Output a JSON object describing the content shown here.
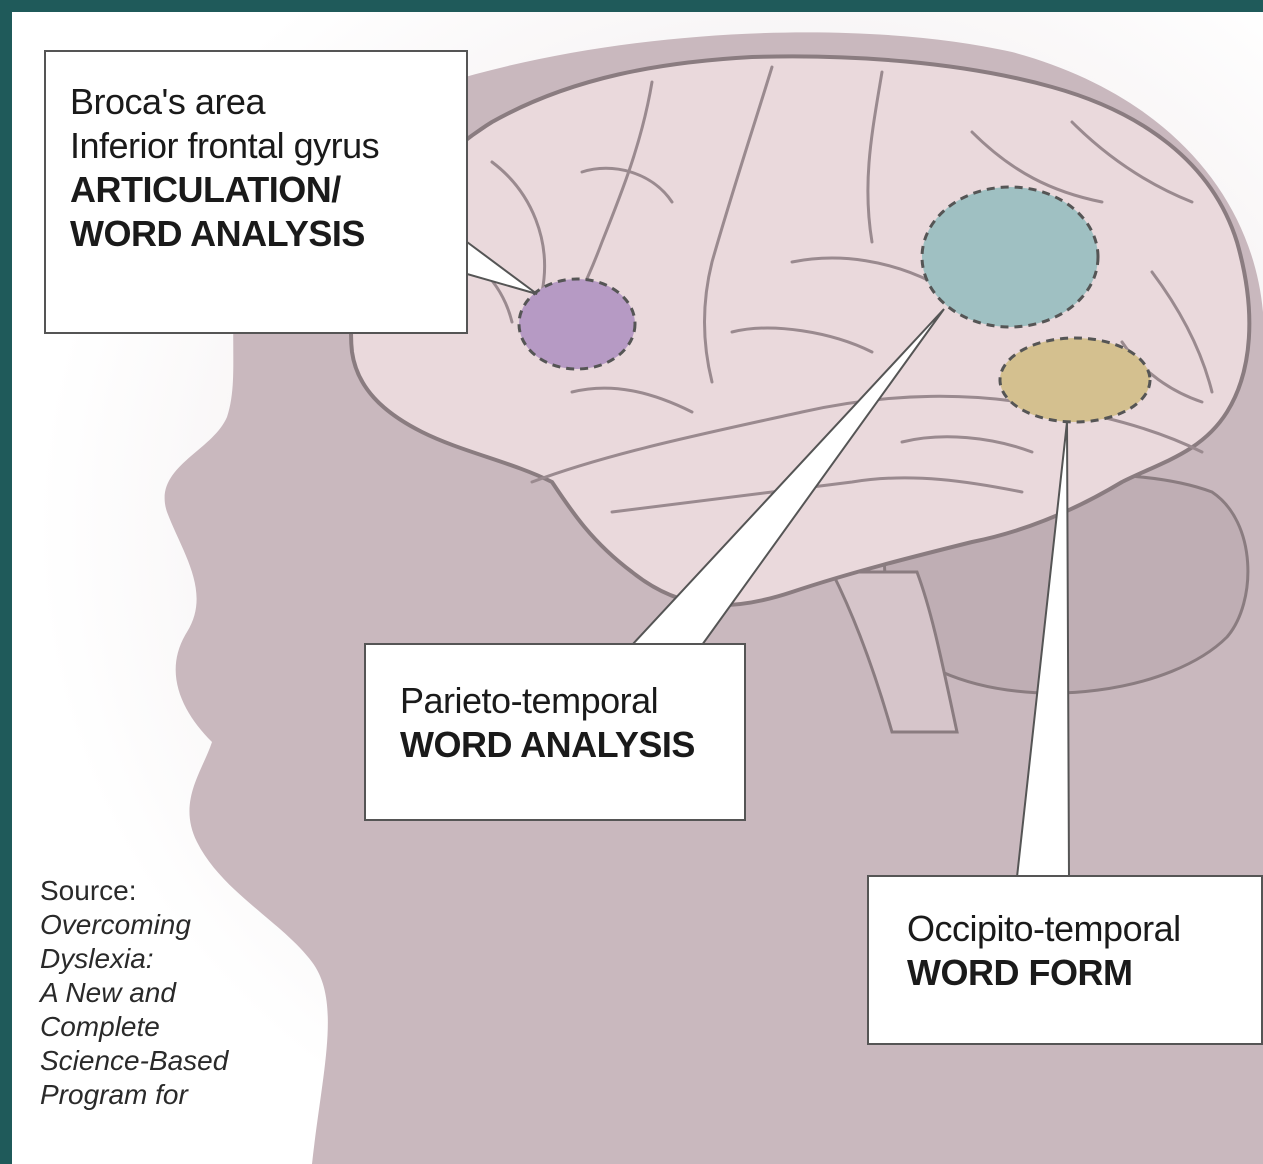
{
  "colors": {
    "frame_border": "#1f5a5a",
    "head_silhouette": "#c9b8be",
    "brain_fill": "#ead9dc",
    "brain_outline": "#8a7c80",
    "cerebellum": "#bfaeb4",
    "broca_region": "#b69ac4",
    "parieto_region": "#9fc0c2",
    "occipito_region": "#d4c08f"
  },
  "labels": {
    "broca": {
      "line1": "Broca's area",
      "line2": "Inferior frontal gyrus",
      "line3": "ARTICULATION/",
      "line4": "WORD ANALYSIS"
    },
    "parieto": {
      "line1": "Parieto-temporal",
      "line2": "WORD ANALYSIS"
    },
    "occipito": {
      "line1": "Occipito-temporal",
      "line2": "WORD FORM"
    }
  },
  "source": {
    "heading": "Source:",
    "title_lines": [
      "Overcoming",
      "Dyslexia:",
      "A New and",
      "Complete",
      "Science-Based",
      "Program for"
    ]
  }
}
